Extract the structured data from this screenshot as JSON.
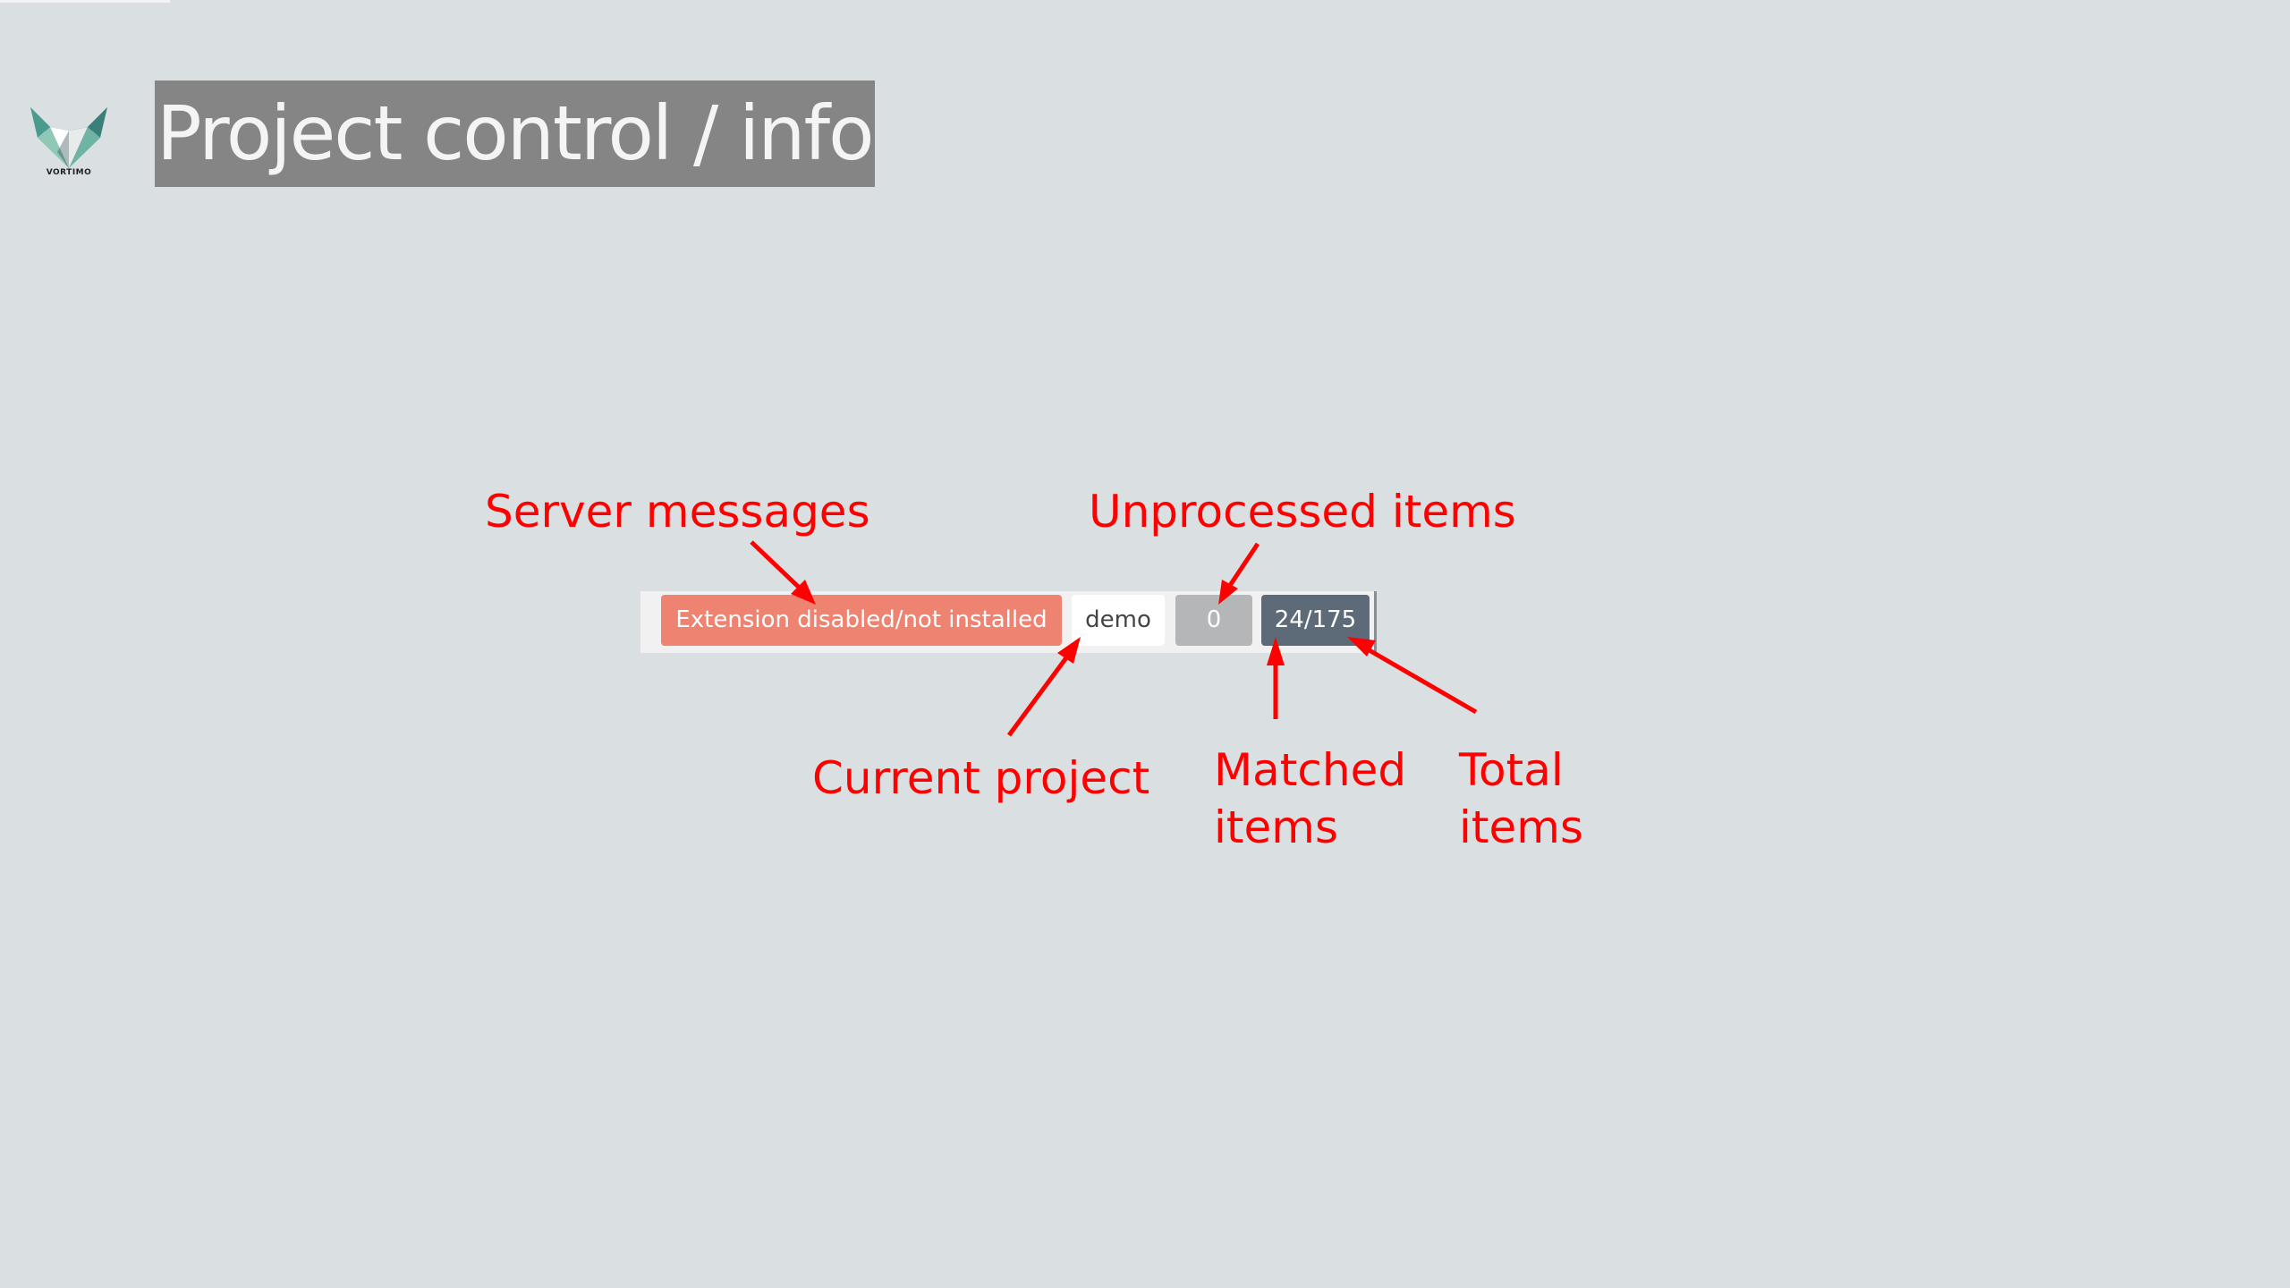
{
  "slide": {
    "title": "Project control / info",
    "logo": {
      "icon": "vortimo-fox-logo-icon",
      "wordmark": "VORTIMO"
    }
  },
  "status_bar": {
    "server_message": "Extension disabled/not installed",
    "current_project": "demo",
    "unprocessed_count": "0",
    "matched_total": "24/175"
  },
  "annotations": {
    "server_messages": "Server messages",
    "unprocessed_items": "Unprocessed items",
    "current_project": "Current project",
    "matched_items_line1": "Matched",
    "matched_items_line2": "items",
    "total_items_line1": "Total",
    "total_items_line2": "items"
  },
  "colors": {
    "background": "#dadfe1",
    "title_bg": "#858585",
    "server_pill": "#ee8372",
    "unprocessed_pill": "#b4b6b8",
    "matched_pill": "#5d6a78",
    "annotation": "#ff0000"
  }
}
